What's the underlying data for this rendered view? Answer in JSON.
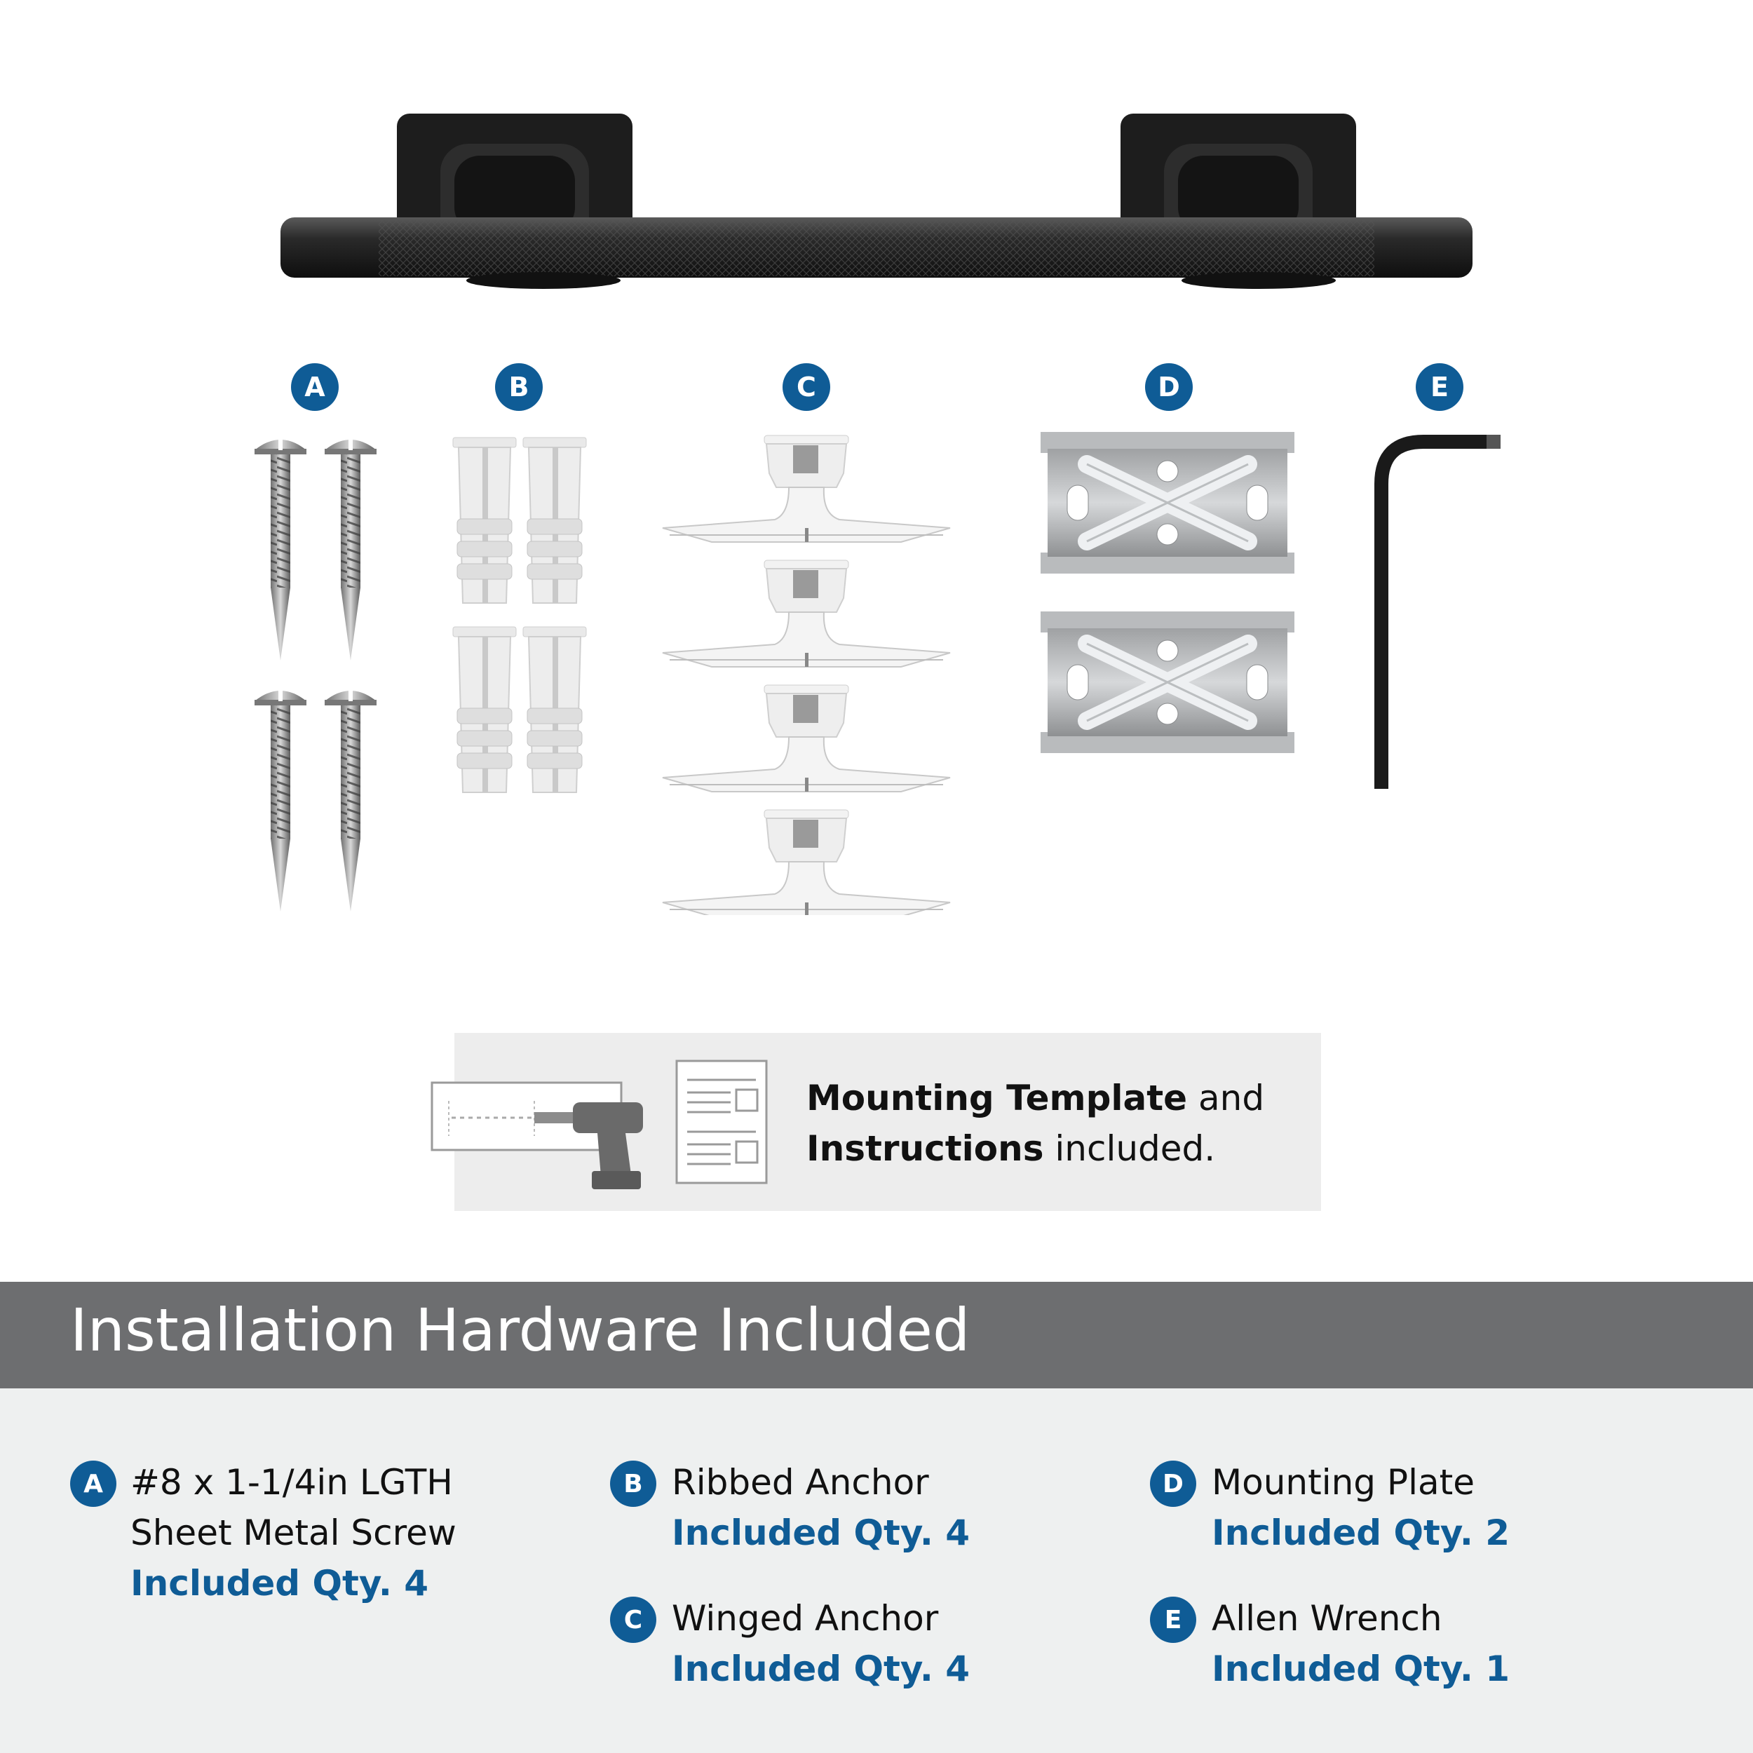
{
  "hardware_labels": [
    "A",
    "B",
    "C",
    "D",
    "E"
  ],
  "template_note": {
    "bold1": "Mounting Template",
    "text1": " and",
    "bold2": "Instructions",
    "text2": " included."
  },
  "banner_title": "Installation Hardware Included",
  "legend": {
    "a": {
      "badge": "A",
      "line1": "#8 x 1-1/4in LGTH",
      "line2": "Sheet Metal Screw",
      "qty": "Included Qty. 4"
    },
    "b": {
      "badge": "B",
      "line1": "Ribbed Anchor",
      "qty": "Included Qty. 4"
    },
    "c": {
      "badge": "C",
      "line1": "Winged Anchor",
      "qty": "Included Qty. 4"
    },
    "d": {
      "badge": "D",
      "line1": "Mounting Plate",
      "qty": "Included Qty. 2"
    },
    "e": {
      "badge": "E",
      "line1": "Allen Wrench",
      "qty": "Included Qty. 1"
    }
  },
  "colors": {
    "accent": "#0f5c96",
    "banner": "#6d6e70",
    "legend_bg": "#eef0f0",
    "panel": "#ededed"
  }
}
